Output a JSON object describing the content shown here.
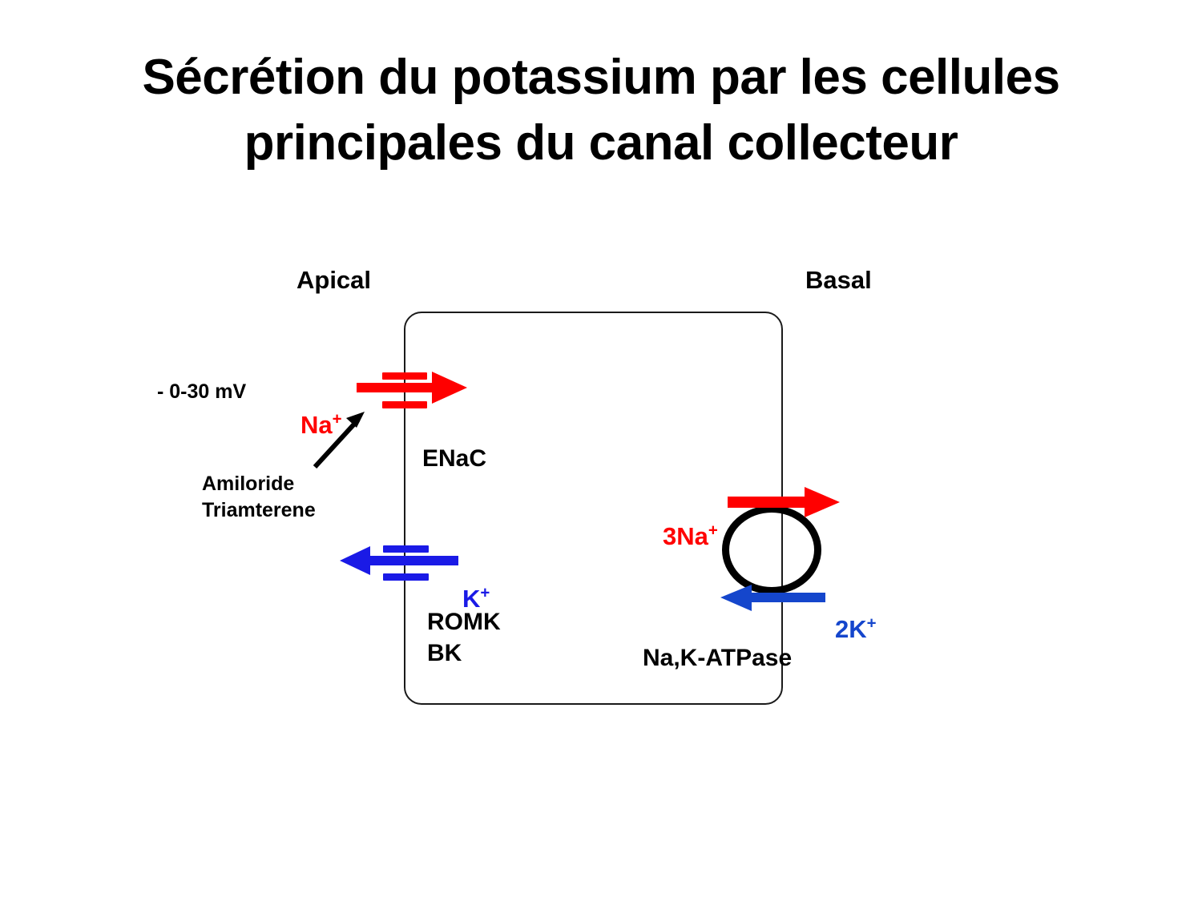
{
  "slide": {
    "title": "Sécrétion du potassium par les cellules\nprincipales du canal collecteur",
    "background_color": "#ffffff"
  },
  "colors": {
    "sodium_red": "#ff0000",
    "potassium_blue": "#1a1ae6",
    "pump_potassium_blue": "#1546cc",
    "membrane_black": "#000000"
  },
  "diagram": {
    "membrane_labels": {
      "apical": "Apical",
      "basal": "Basal"
    },
    "cell": {
      "name": "principal-cell"
    },
    "apical_side": {
      "membrane_potential": "- 0-30 mV",
      "blockers": "Amiloride\nTriamterene",
      "enac": {
        "channel_label": "ENaC",
        "ion": "Na",
        "ion_charge": "+",
        "direction": "into-cell"
      },
      "k_channels": {
        "channel_label": "ROMK\nBK",
        "ion": "K",
        "ion_charge": "+",
        "direction": "out-of-cell"
      }
    },
    "basal_side": {
      "pump": {
        "pump_label": "Na,K-ATPase",
        "sodium": {
          "ion": "3Na",
          "ion_charge": "+",
          "direction": "out-of-cell"
        },
        "potassium": {
          "ion": "2K",
          "ion_charge": "+",
          "direction": "into-cell"
        }
      }
    }
  }
}
